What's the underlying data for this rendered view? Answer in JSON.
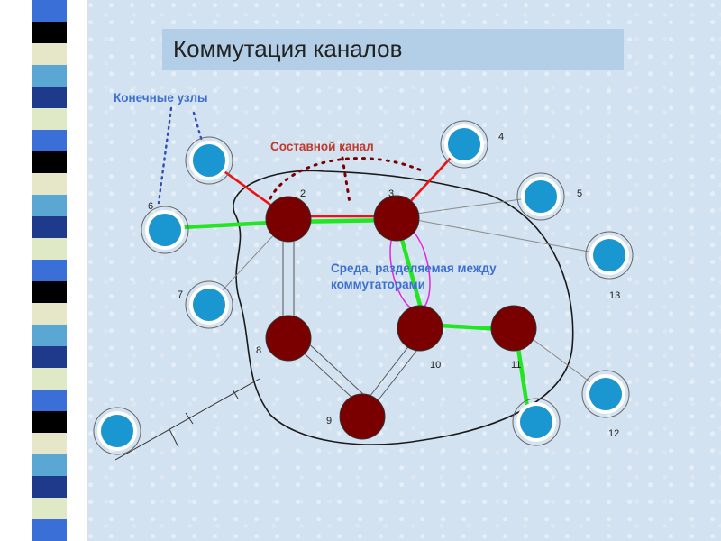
{
  "title": "Коммутация каналов",
  "labels": {
    "end_nodes": "Конечные узлы",
    "composite_channel": "Составной канал",
    "shared_medium_line1": "Среда, разделяемая между",
    "shared_medium_line2": "коммутаторами"
  },
  "node_numbers": {
    "n2": "2",
    "n3": "3",
    "n4": "4",
    "n5": "5",
    "n6": "6",
    "n7": "7",
    "n8": "8",
    "n9": "9",
    "n10": "10",
    "n11": "11",
    "n12": "12",
    "n13": "13"
  },
  "colors": {
    "switch_fill": "#7a0000",
    "host_fill": "#1a96d0",
    "label_blue": "#3d6fd0",
    "label_red": "#c0392b",
    "green_path": "#22e622",
    "red_path": "#ee1111",
    "magenta": "#e028e0"
  }
}
